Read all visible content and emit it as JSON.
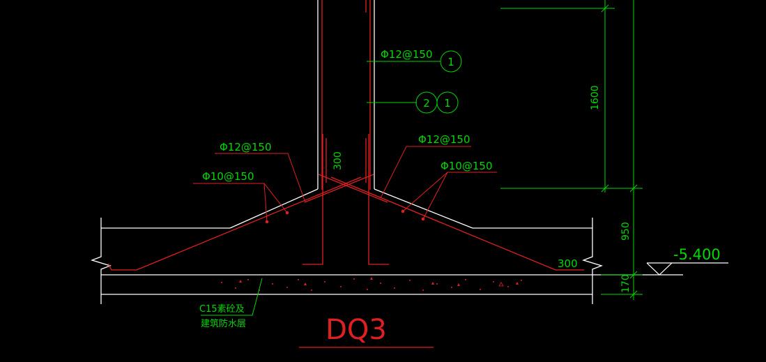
{
  "drawing": {
    "title": "DQ3",
    "colors": {
      "background": "#000000",
      "concrete_outline": "#ffffff",
      "rebar": "#e02020",
      "annotation": "#00d800",
      "title": "#e02020"
    }
  },
  "callouts": {
    "rebar_top_right": "Φ12@150",
    "bubble_a": "1",
    "bubble_b_left": "2",
    "bubble_b_right": "1",
    "rebar_left_upper": "Φ12@150",
    "rebar_left_lower": "Φ10@150",
    "rebar_right_upper": "Φ12@150",
    "rebar_right_lower": "Φ10@150",
    "lap_length": "300",
    "hook_length": "300"
  },
  "dimensions": {
    "wall_height": "1600",
    "footing_height": "950",
    "cushion_thickness": "170"
  },
  "elevation": {
    "value": "-5.400"
  },
  "notes": {
    "cushion_line1": "C15素砼及",
    "cushion_line2": "建筑防水层"
  }
}
